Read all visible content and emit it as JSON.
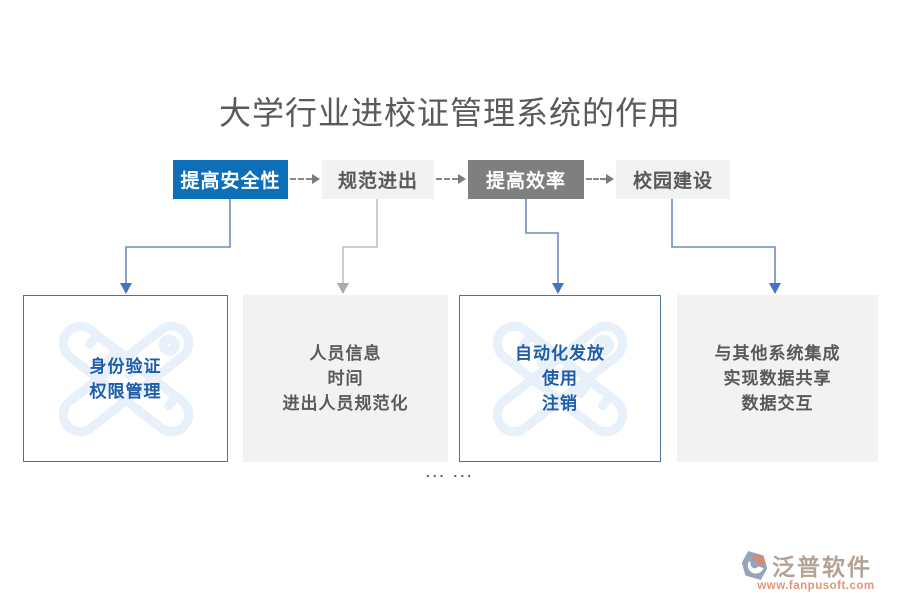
{
  "title": "大学行业进校证管理系统的作用",
  "steps": [
    {
      "label": "提高安全性",
      "style": "primary"
    },
    {
      "label": "规范进出",
      "style": "light"
    },
    {
      "label": "提高效率",
      "style": "dark"
    },
    {
      "label": "校园建设",
      "style": "light"
    }
  ],
  "detail_boxes": [
    {
      "style": "outlined",
      "lines": [
        "身份验证",
        "权限管理"
      ]
    },
    {
      "style": "filled",
      "lines": [
        "人员信息",
        "时间",
        "进出人员规范化"
      ]
    },
    {
      "style": "outlined",
      "lines": [
        "自动化发放",
        "使用",
        "注销"
      ]
    },
    {
      "style": "filled",
      "lines": [
        "与其他系统集成",
        "实现数据共享",
        "数据交互"
      ]
    }
  ],
  "ellipsis": "... ...",
  "logo": {
    "name": "泛普软件",
    "url": "www.fanpusoft.com"
  },
  "colors": {
    "primary_blue": "#0e6eb8",
    "dark_gray": "#7f7f7f",
    "light_gray": "#f2f2f2",
    "text_blue": "#1e5dab",
    "text_gray": "#595959",
    "box_border": "#4a7390",
    "connector_blue": "#6c8ebf",
    "connector_gray": "#bfbfbf"
  }
}
